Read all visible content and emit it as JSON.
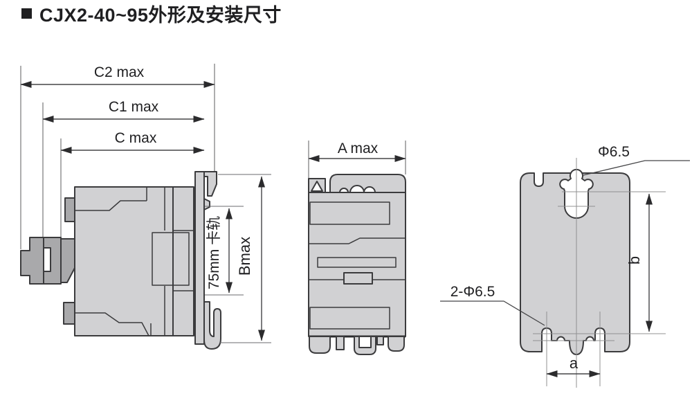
{
  "title": {
    "bullet": "black-square",
    "text": "CJX2-40~95外形及安装尺寸"
  },
  "colors": {
    "background": "#ffffff",
    "body_fill": "#d1d1d3",
    "dark_part_fill": "#a9a9ab",
    "outline": "#3b3b3d",
    "dim_line": "#454547",
    "centerline": "#909092",
    "text": "#1f1f21"
  },
  "side_view": {
    "dim_c2": "C2 max",
    "dim_c1": "C1 max",
    "dim_c": "C max",
    "dim_rail": "75mm 卡轨",
    "dim_bmax": "Bmax"
  },
  "front_view": {
    "dim_amax": "A max"
  },
  "mounting_view": {
    "dim_top_hole": "Φ6.5",
    "dim_bottom_holes": "2-Φ6.5",
    "dim_b": "b",
    "dim_a": "a"
  }
}
